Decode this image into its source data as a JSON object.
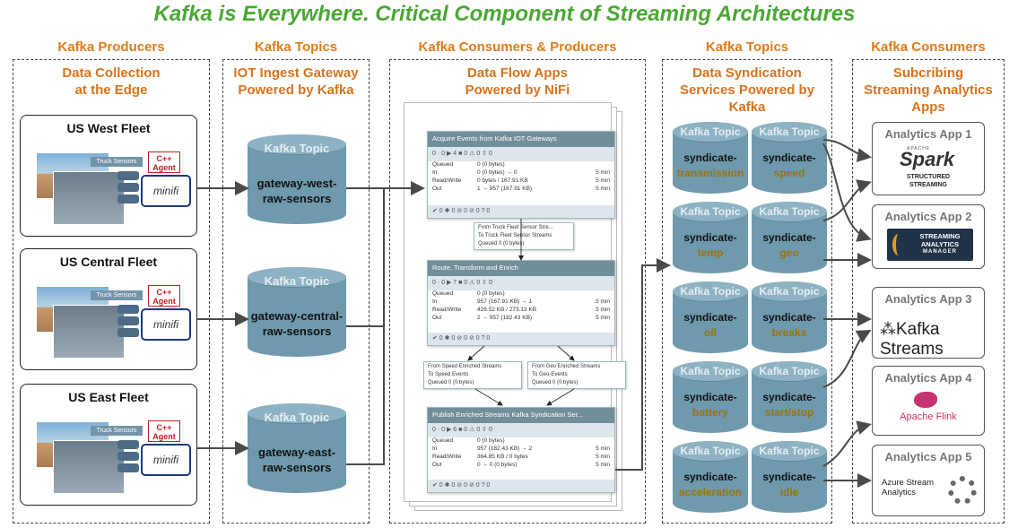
{
  "title": "Kafka is Everywhere. Critical Component of Streaming Architectures",
  "columns": [
    {
      "head": "Kafka Producers",
      "sub": [
        "Data Collection",
        "at the Edge"
      ]
    },
    {
      "head": "Kafka Topics",
      "sub": [
        "IOT Ingest Gateway",
        "Powered by Kafka"
      ]
    },
    {
      "head": "Kafka Consumers & Producers",
      "sub": [
        "Data Flow Apps",
        "Powered by NiFi"
      ]
    },
    {
      "head": "Kafka Topics",
      "sub": [
        "Data Syndication",
        "Services Powered by",
        "Kafka"
      ]
    },
    {
      "head": "Kafka Consumers",
      "sub": [
        "Subcribing",
        "Streaming Analytics",
        "Apps"
      ]
    }
  ],
  "fleets": [
    {
      "name": "US West Fleet",
      "sensors": "Truck Sensors",
      "agent": "C++ Agent",
      "minifi": "minifi"
    },
    {
      "name": "US Central Fleet",
      "sensors": "Truck Sensors",
      "agent": "C++ Agent",
      "minifi": "minifi"
    },
    {
      "name": "US East Fleet",
      "sensors": "Truck Sensors",
      "agent": "C++ Agent",
      "minifi": "minifi"
    }
  ],
  "ingest_topics": [
    {
      "label": "Kafka Topic",
      "name1": "gateway-west-",
      "name2": "raw-sensors"
    },
    {
      "label": "Kafka Topic",
      "name1": "gateway-central-",
      "name2": "raw-sensors"
    },
    {
      "label": "Kafka Topic",
      "name1": "gateway-east-",
      "name2": "raw-sensors"
    }
  ],
  "nifi": {
    "group1": {
      "title": "Acquire Events from Kafka IOT Gateways",
      "status": "0 · 0 ▶ 4 ■ 0 ⚠ 0 ⇧ 0",
      "rows": [
        {
          "k": "Queued",
          "v": "0 (0 bytes)",
          "t": ""
        },
        {
          "k": "In",
          "v": "0 (0 bytes) → 0",
          "t": "5 min"
        },
        {
          "k": "Read/Write",
          "v": "0 bytes / 167.91 KB",
          "t": "5 min"
        },
        {
          "k": "Out",
          "v": "1 → 957 (167.91 KB)",
          "t": "5 min"
        }
      ],
      "footer": "✔ 0 ✱ 0 ⊘ 0 ⊘ 0 ? 0"
    },
    "conn1": {
      "from": "From  Truck Fleet Sensor Stre...",
      "to": "To  Truck Fleet Sensor Streams",
      "queued": "Queued  0 (0 bytes)"
    },
    "group2": {
      "title": "Route, Transform and Enrich",
      "status": "0 · 0 ▶ 7 ■ 0 ⚠ 0 ⇧ 0",
      "rows": [
        {
          "k": "Queued",
          "v": "0 (0 bytes)",
          "t": ""
        },
        {
          "k": "In",
          "v": "957 (167.91 KB) → 1",
          "t": "5 min"
        },
        {
          "k": "Read/Write",
          "v": "426.52 KB / 273.13 KB",
          "t": "5 min"
        },
        {
          "k": "Out",
          "v": "2 → 957 (182.43 KB)",
          "t": "5 min"
        }
      ],
      "footer": "✔ 0 ✱ 0 ⊘ 0 ⊘ 0 ? 0"
    },
    "conn2": {
      "from": "From  Speed Enriched Streams",
      "to": "To  Speed Events",
      "queued": "Queued  0 (0 bytes)"
    },
    "conn3": {
      "from": "From  Geo Enriched Streams",
      "to": "To  Geo-Events",
      "queued": "Queued  0 (0 bytes)"
    },
    "group3": {
      "title": "Publish Enriched Streams Kafka Syndication Ser...",
      "status": "0 · 0 ▶ 6 ■ 0 ⚠ 0 ⇧ 0",
      "rows": [
        {
          "k": "Queued",
          "v": "0 (0 bytes)",
          "t": ""
        },
        {
          "k": "In",
          "v": "957 (182.43 KB) → 2",
          "t": "5 min"
        },
        {
          "k": "Read/Write",
          "v": "364.85 KB / 0 bytes",
          "t": "5 min"
        },
        {
          "k": "Out",
          "v": "0 → 0 (0 bytes)",
          "t": "5 min"
        }
      ],
      "footer": "✔ 0 ✱ 0 ⊘ 0 ⊘ 0 ? 0"
    }
  },
  "synd_topics": [
    {
      "label": "Kafka Topic",
      "p": "syndicate-",
      "s": "transmission"
    },
    {
      "label": "Kafka Topic",
      "p": "syndicate-",
      "s": "speed"
    },
    {
      "label": "Kafka Topic",
      "p": "syndicate-",
      "s": "temp"
    },
    {
      "label": "Kafka Topic",
      "p": "syndicate-",
      "s": "geo"
    },
    {
      "label": "Kafka Topic",
      "p": "syndicate-",
      "s": "oil"
    },
    {
      "label": "Kafka Topic",
      "p": "syndicate-",
      "s": "breaks"
    },
    {
      "label": "Kafka Topic",
      "p": "syndicate-",
      "s": "battery"
    },
    {
      "label": "Kafka Topic",
      "p": "syndicate-",
      "s": "start/stop"
    },
    {
      "label": "Kafka Topic",
      "p": "syndicate-",
      "s": "acceleration"
    },
    {
      "label": "Kafka Topic",
      "p": "syndicate-",
      "s": "idle"
    }
  ],
  "apps": [
    {
      "name": "Analytics App 1",
      "l1": "APACHE",
      "l2": "Spark",
      "l3": "STRUCTURED",
      "l4": "STREAMING"
    },
    {
      "name": "Analytics App 2",
      "l1": "STREAMING",
      "l2": "ANALYTICS",
      "l3": "MANAGER"
    },
    {
      "name": "Analytics App 3",
      "l1": "Kafka Streams"
    },
    {
      "name": "Analytics App 4",
      "l1": "Apache Flink"
    },
    {
      "name": "Analytics App 5",
      "l1": "Azure Stream",
      "l2": "Analytics"
    }
  ],
  "colors": {
    "title": "#4aa832",
    "heading": "#e07b1a",
    "cylinder": "#6f99ad",
    "nifi_header": "#728e9b"
  }
}
